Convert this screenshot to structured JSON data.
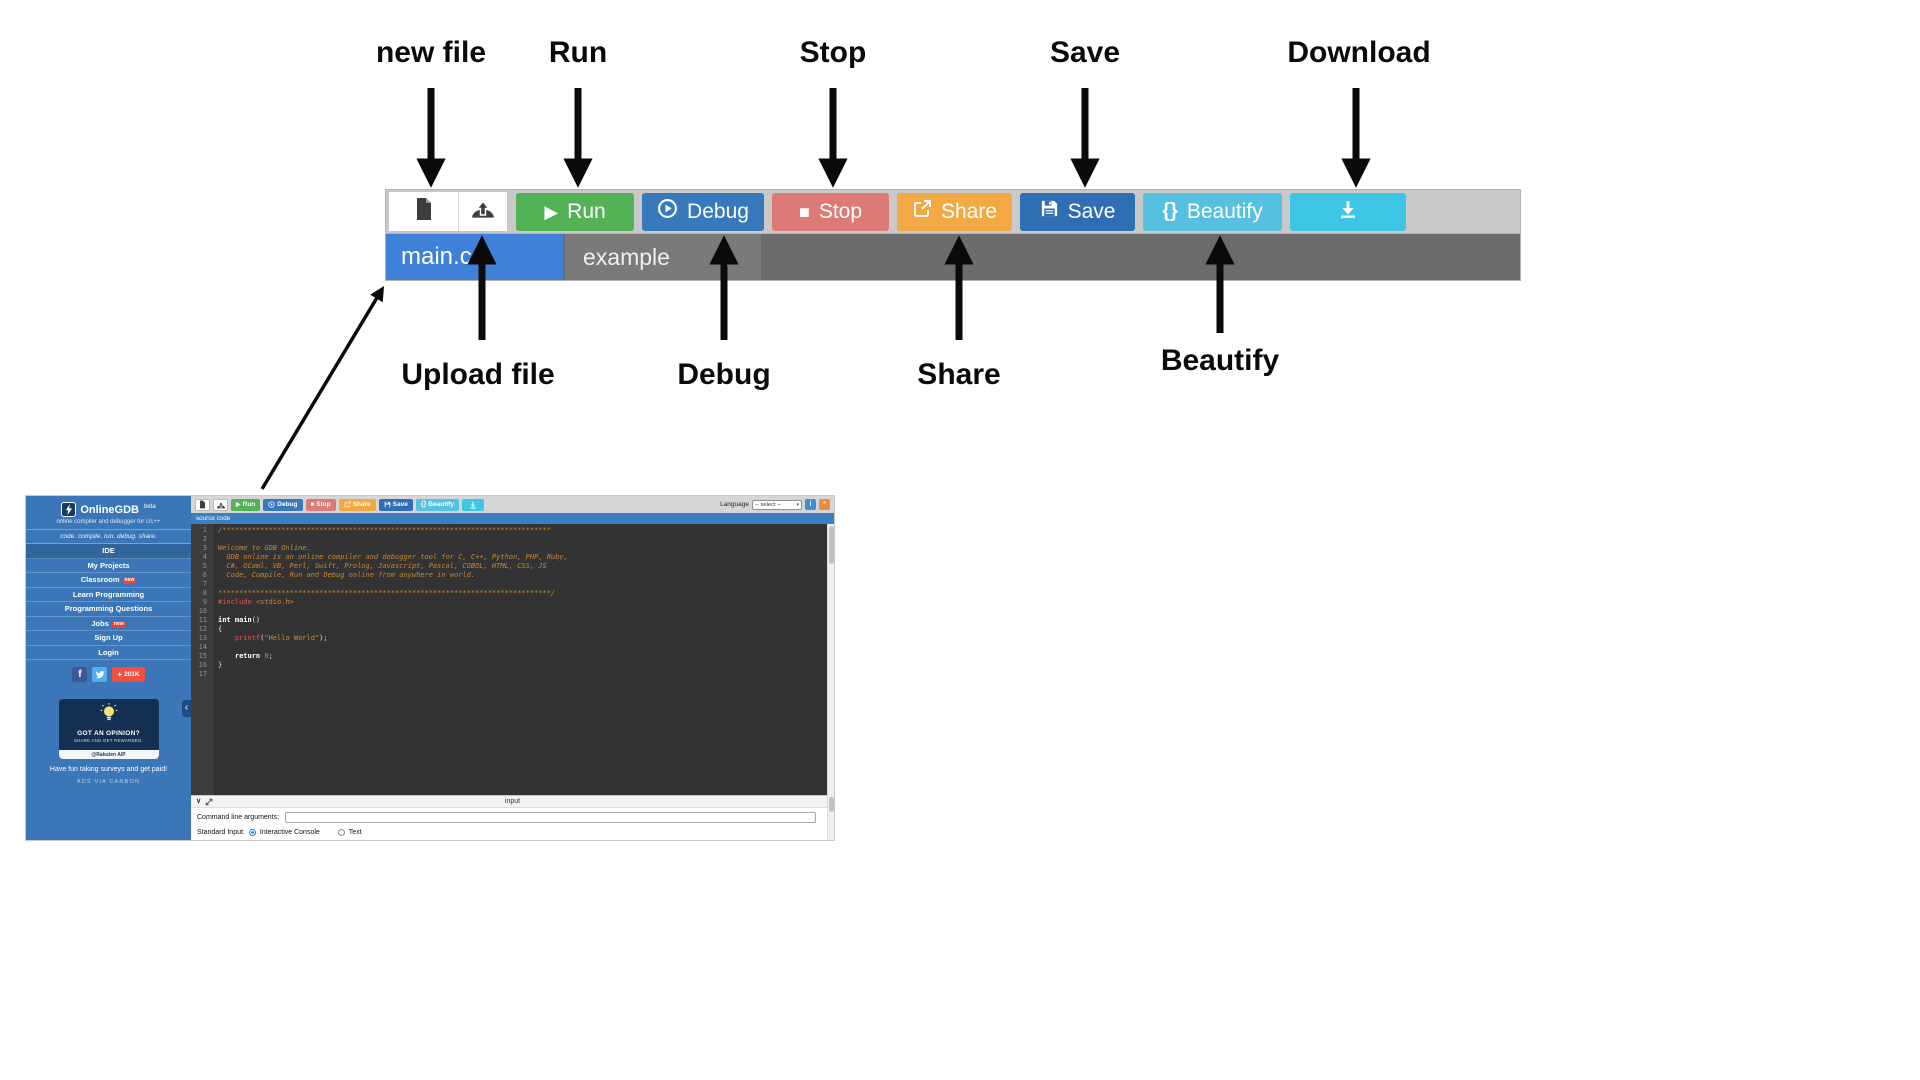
{
  "annotations": {
    "new_file": "new file",
    "run": "Run",
    "stop": "Stop",
    "save": "Save",
    "download": "Download",
    "upload_file": "Upload file",
    "debug": "Debug",
    "share": "Share",
    "beautify": "Beautify"
  },
  "toolbar": {
    "run": "Run",
    "debug": "Debug",
    "stop": "Stop",
    "share": "Share",
    "save": "Save",
    "beautify": "Beautify"
  },
  "tabs": {
    "active": "main.c",
    "inactive": "example"
  },
  "icons": {
    "play": "▶",
    "stop_square": "■",
    "braces": "{}",
    "dots_vertical": "⋮",
    "caret_down": "▾",
    "chevron_left": "‹",
    "chevron_down": "∨",
    "info": "i",
    "gear": "*",
    "facebook": "f",
    "plus": "+"
  },
  "ide": {
    "sidebar": {
      "brand": "OnlineGDB",
      "beta": "beta",
      "tagline": "online compiler and debugger for c/c++",
      "motto": "code. compile. run. debug. share.",
      "menu": [
        "IDE",
        "My Projects",
        "Classroom",
        "Learn Programming",
        "Programming Questions",
        "Jobs",
        "Sign Up",
        "Login"
      ],
      "badge_new": "new",
      "share_count": "201K",
      "ad": {
        "headline": "GOT AN OPINION?",
        "subline": "SHARE AND GET REWARDED.",
        "brand": "@Rakuten AIP",
        "caption": "Have fun taking surveys and get paid!",
        "provider": "ADS VIA CARBON"
      }
    },
    "language_bar": {
      "label": "Language",
      "value": "-- select --"
    },
    "source_code_label": "source code",
    "editor": {
      "lines": [
        {
          "n": "1",
          "segs": [
            [
              "cmt",
              "/******************************************************************************"
            ]
          ]
        },
        {
          "n": "2",
          "segs": []
        },
        {
          "n": "3",
          "segs": [
            [
              "cmt",
              "Welcome to GDB Online."
            ]
          ]
        },
        {
          "n": "4",
          "segs": [
            [
              "cmt",
              "  GDB online is an online compiler and debugger tool for C, C++, Python, PHP, Ruby,"
            ]
          ]
        },
        {
          "n": "5",
          "segs": [
            [
              "cmt",
              "  C#, OCaml, VB, Perl, Swift, Prolog, Javascript, Pascal, COBOL, HTML, CSS, JS"
            ]
          ]
        },
        {
          "n": "6",
          "segs": [
            [
              "cmt",
              "  Code, Compile, Run and Debug online from anywhere in world."
            ]
          ]
        },
        {
          "n": "7",
          "segs": []
        },
        {
          "n": "8",
          "segs": [
            [
              "cmt",
              "*******************************************************************************/"
            ]
          ]
        },
        {
          "n": "9",
          "segs": [
            [
              "pre",
              "#include"
            ],
            [
              "plain",
              " "
            ],
            [
              "str2",
              "<stdio.h>"
            ]
          ]
        },
        {
          "n": "10",
          "segs": []
        },
        {
          "n": "11",
          "segs": [
            [
              "kw",
              "int main"
            ],
            [
              "plain",
              "()"
            ]
          ]
        },
        {
          "n": "12",
          "segs": [
            [
              "plain",
              "{"
            ]
          ]
        },
        {
          "n": "13",
          "segs": [
            [
              "plain",
              "    "
            ],
            [
              "fn",
              "printf"
            ],
            [
              "plain",
              "("
            ],
            [
              "str",
              "\"Hello World\""
            ],
            [
              "plain",
              ");"
            ]
          ]
        },
        {
          "n": "14",
          "segs": []
        },
        {
          "n": "15",
          "segs": [
            [
              "plain",
              "    "
            ],
            [
              "kw",
              "return"
            ],
            [
              "plain",
              " "
            ],
            [
              "num",
              "0"
            ],
            [
              "plain",
              ";"
            ]
          ]
        },
        {
          "n": "16",
          "segs": [
            [
              "plain",
              "}"
            ]
          ]
        },
        {
          "n": "17",
          "segs": []
        }
      ]
    },
    "input_panel": {
      "title": "input",
      "cmd_label": "Command line arguments:",
      "stdin_label": "Standard Input:",
      "radio_interactive": "Interactive Console",
      "radio_text": "Text"
    }
  }
}
